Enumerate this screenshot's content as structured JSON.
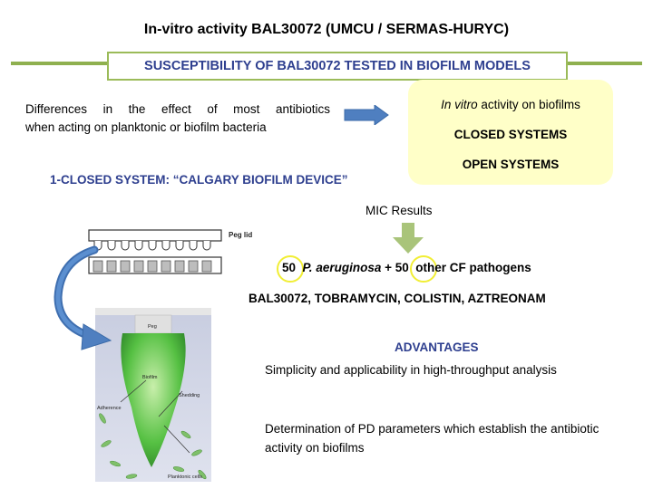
{
  "slide": {
    "title": "In-vitro activity BAL30072 (UMCU / SERMAS-HURYC)",
    "subtitle": "SUSCEPTIBILITY OF BAL30072 TESTED IN BIOFILM MODELS",
    "intro_line1": "Differences in the effect of most antibiotics",
    "intro_line2": "when acting on planktonic or biofilm bacteria",
    "bubble": {
      "line1_italic": "In vitro",
      "line1_rest": " activity on biofilms",
      "closed": "CLOSED SYSTEMS",
      "open": "OPEN SYSTEMS"
    },
    "section_heading": "1-CLOSED SYSTEM: “CALGARY BIOFILM DEVICE”",
    "mic_label": "MIC Results",
    "pathogens": {
      "count1": "50",
      "species": "P. aeruginosa",
      "plus": " + ",
      "count2": "50",
      "other": "other CF pathogens"
    },
    "drugs": "BAL30072, TOBRAMYCIN, COLISTIN, AZTREONAM",
    "advantages": {
      "heading": "ADVANTAGES",
      "item1": "Simplicity and applicability in high-throughput analysis",
      "item2": "Determination of PD parameters which establish the antibiotic activity on biofilms"
    },
    "figure": {
      "peg_lid": "Peg lid",
      "peg": "Peg",
      "biofilm": "Biofilm",
      "adherence": "Adherence",
      "shedding": "Shedding",
      "planktonic": "Planktonic cells"
    },
    "colors": {
      "accent_blue": "#2e3f8f",
      "green_rule": "#8fb04f",
      "bubble_fill": "#ffffc8",
      "highlight_circle": "#f1ee35",
      "arrow_blue": "#4f7fc0",
      "arrow_green": "#9bbb59"
    }
  }
}
